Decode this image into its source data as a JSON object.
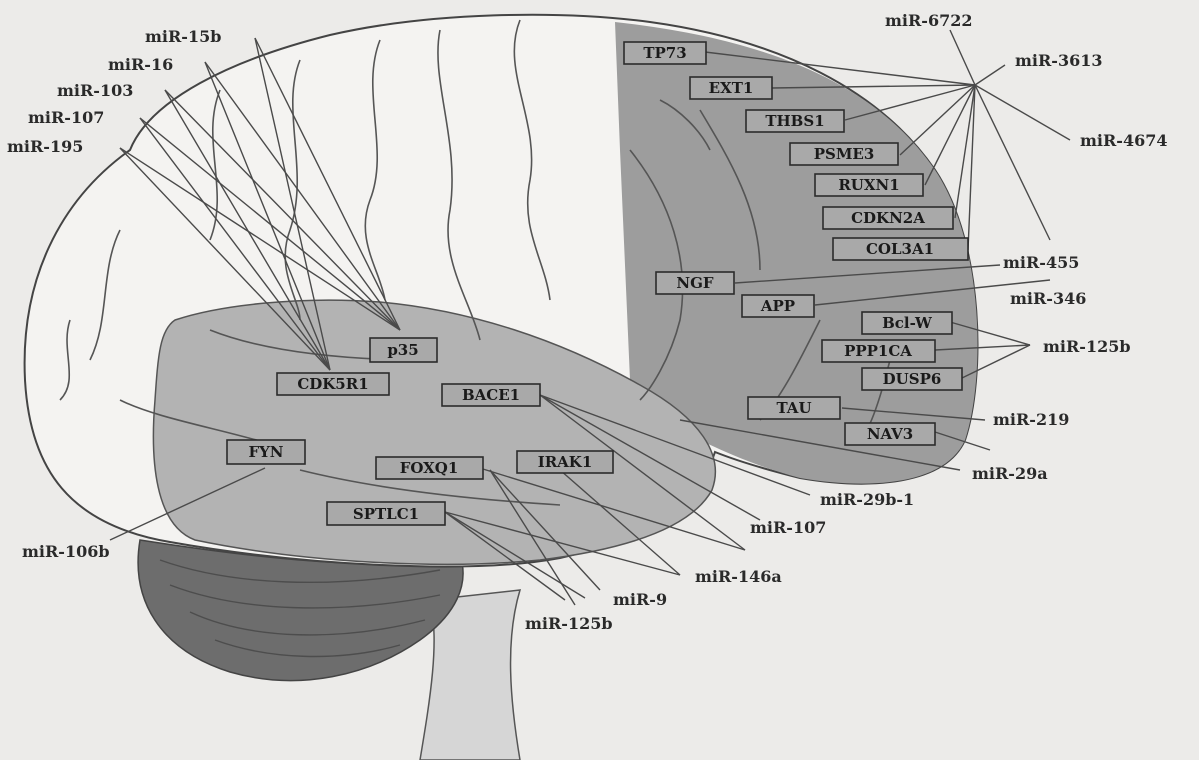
{
  "genes": {
    "tp73": "TP73",
    "ext1": "EXT1",
    "thbs1": "THBS1",
    "psme3": "PSME3",
    "ruxn1": "RUXN1",
    "cdkn2a": "CDKN2A",
    "col3a1": "COL3A1",
    "ngf": "NGF",
    "app": "APP",
    "bclw": "Bcl-W",
    "ppp1ca": "PPP1CA",
    "dusp6": "DUSP6",
    "tau": "TAU",
    "nav3": "NAV3",
    "p35": "p35",
    "cdk5r1": "CDK5R1",
    "bace1": "BACE1",
    "fyn": "FYN",
    "foxq1": "FOXQ1",
    "irak1": "IRAK1",
    "sptlc1": "SPTLC1"
  },
  "mirnas": {
    "mir15b": "miR-15b",
    "mir16": "miR-16",
    "mir103": "miR-103",
    "mir107_top": "miR-107",
    "mir195": "miR-195",
    "mir6722": "miR-6722",
    "mir3613": "miR-3613",
    "mir4674": "miR-4674",
    "mir455": "miR-455",
    "mir346": "miR-346",
    "mir125b_right": "miR-125b",
    "mir219": "miR-219",
    "mir29a": "miR-29a",
    "mir29b1": "miR-29b-1",
    "mir107_bottom": "miR-107",
    "mir146a": "miR-146a",
    "mir9": "miR-9",
    "mir125b_bottom": "miR-125b",
    "mir106b": "miR-106b"
  },
  "colors": {
    "background": "#ecebe9",
    "cerebrum": "#f4f3f1",
    "frontal_lobe": "#9d9d9d",
    "temporal_lobe": "#b3b3b3",
    "cerebellum": "#6d6d6d",
    "brainstem": "#d6d6d6",
    "gene_box": "#a9a9a9",
    "line": "#4a4a4a"
  }
}
